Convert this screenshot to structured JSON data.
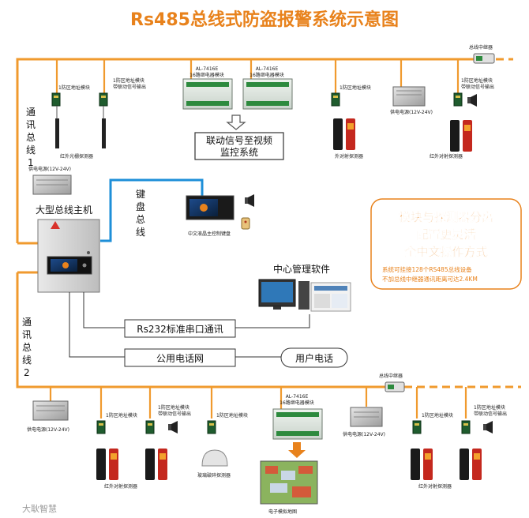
{
  "title": "Rs485总线式防盗报警系统示意图",
  "bus": {
    "comm_bus_1": [
      "通",
      "讯",
      "总",
      "线",
      "1"
    ],
    "comm_bus_2": [
      "通",
      "讯",
      "总",
      "线",
      "2"
    ],
    "keypad_bus": [
      "键",
      "盘",
      "总",
      "线"
    ],
    "repeater_label": "总线中继器"
  },
  "host": {
    "label": "大型总线主机"
  },
  "top": {
    "zone_module_1": "1防区地址模块",
    "zone_module_linked_a": "1防区地址模块",
    "zone_module_linked_b": "带联动信号输出",
    "ir_fence": "红外光栅探测器",
    "relay_label_1a": "AL-7416E",
    "relay_label_1b": "16路继电器模块",
    "relay_label_2a": "AL-7416E",
    "relay_label_2b": "16路继电器模块",
    "linkage_line1": "联动信号至视频",
    "linkage_line2": "监控系统",
    "zone_module_right": "1防区地址模块",
    "ir_beam_right": "外对射探测器",
    "power_right": "供电电源(12V-24V)",
    "zone_linked_right_a": "1防区地址模块",
    "zone_linked_right_b": "带联动信号输出",
    "ir_beam_right2": "红外对射探测器"
  },
  "power_left": "供电电源(12V-24V)",
  "keypad": {
    "label": "中文液晶主控制键盘"
  },
  "promo": {
    "line1": "模块与探测器分离",
    "line2": "配置更灵活",
    "line3": "全中文操作方式",
    "note1": "系统可挂接128个RS485总线设备",
    "note2": "不加总线中继器通讯距离可达2.4KM"
  },
  "software": {
    "label": "中心管理软件"
  },
  "links": {
    "rs232": "Rs232标准串口通讯",
    "phone_net": "公用电话网",
    "user_phone": "用户电话"
  },
  "bottom": {
    "power_1": "供电电源(12V-24V)",
    "zone_1": "1防区地址模块",
    "zone_linked_1a": "1防区地址模块",
    "zone_linked_1b": "带联动信号输出",
    "ir_beam_1": "红外对射探测器",
    "zone_2": "1防区地址模块",
    "glass": "玻璃破碎探测器",
    "relay_a": "AL-7416E",
    "relay_b": "16路继电器模块",
    "map": "电子模拟地图",
    "power_2": "供电电源(12V-24V)",
    "zone_3": "1防区地址模块",
    "zone_linked_2a": "1防区地址模块",
    "zone_linked_2b": "带联动信号输出",
    "ir_beam_2": "红外对射探测器",
    "repeater": "总线中继器"
  },
  "watermark": "大耿智慧",
  "colors": {
    "bus": "#f09a2e",
    "keypad_bus": "#1e8fd8",
    "accent": "#e8821c"
  }
}
